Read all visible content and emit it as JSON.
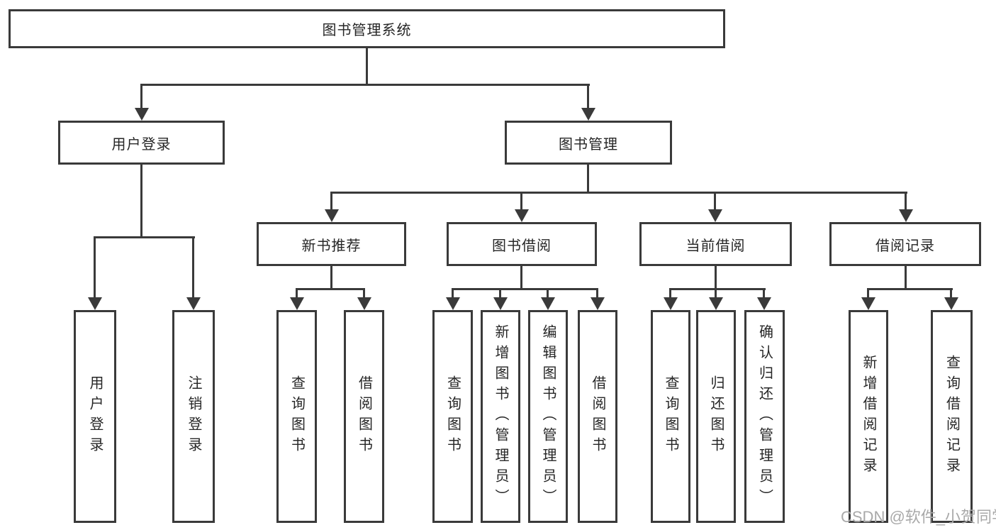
{
  "colors": {
    "line": "#3a3a3a",
    "text": "#262626",
    "watermark": "#a9a9a9"
  },
  "tree": {
    "root": "图书管理系统",
    "branches": [
      {
        "label": "用户登录",
        "leaves": [
          "用户登录",
          "注销登录"
        ]
      },
      {
        "label": "图书管理",
        "groups": [
          {
            "label": "新书推荐",
            "leaves": [
              "查询图书",
              "借阅图书"
            ]
          },
          {
            "label": "图书借阅",
            "leaves": [
              "查询图书",
              "新增图书（管理员）",
              "编辑图书（管理员）",
              "借阅图书"
            ]
          },
          {
            "label": "当前借阅",
            "leaves": [
              "查询图书",
              "归还图书",
              "确认归还（管理员）"
            ]
          },
          {
            "label": "借阅记录",
            "leaves": [
              "新增借阅记录",
              "查询借阅记录"
            ]
          }
        ]
      }
    ]
  },
  "watermark": "CSDN @软件_小贺同学"
}
